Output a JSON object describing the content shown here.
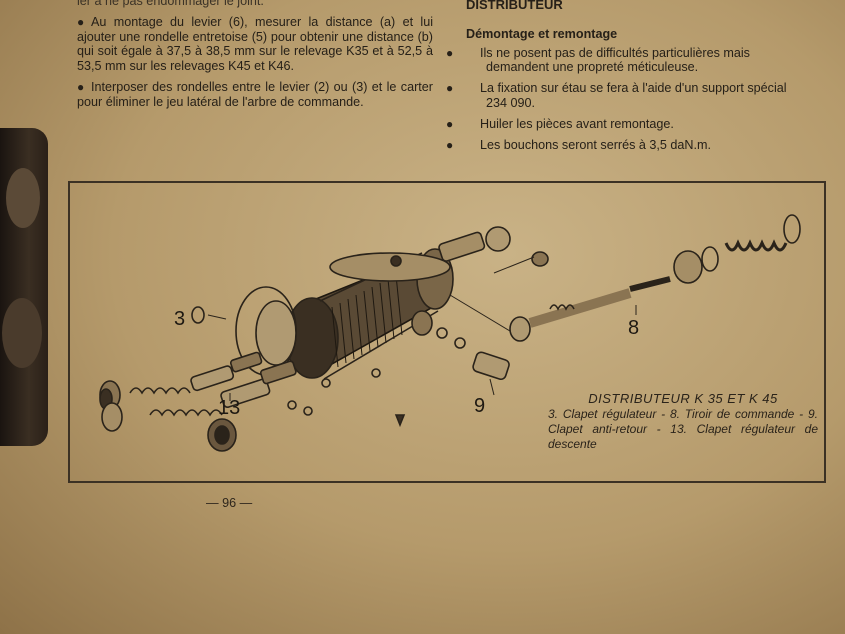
{
  "left_column": {
    "first_line": "ler à ne pas endommager le joint.",
    "paragraphs": [
      {
        "bullet": "●",
        "text": "Au montage du levier (6), mesurer la distance (a) et lui ajouter une rondelle entretoise (5) pour obtenir une distance (b) qui soit égale à 37,5 à 38,5 mm sur le relevage K35 et à 52,5 à 53,5 mm sur les relevages K45 et K46."
      },
      {
        "bullet": "●",
        "text": "Interposer des rondelles entre le levier (2) ou (3) et le carter pour éliminer le jeu latéral de l'arbre de commande."
      }
    ]
  },
  "right_column": {
    "section_title": "DISTRIBUTEUR",
    "subsection_title": "Démontage et remontage",
    "bullets": [
      {
        "bullet": "●",
        "text": "Ils ne posent pas de difficultés particulières mais demandent une propreté méticuleuse."
      },
      {
        "bullet": "●",
        "text": "La fixation sur étau se fera à l'aide d'un support spécial 234 090."
      },
      {
        "bullet": "●",
        "text": "Huiler les pièces avant remontage."
      },
      {
        "bullet": "●",
        "text": "Les bouchons seront serrés à 3,5 daN.m."
      }
    ]
  },
  "figure": {
    "callouts": {
      "c3": "3",
      "c8": "8",
      "c9": "9",
      "c13": "13"
    },
    "caption_title": "DISTRIBUTEUR K 35 ET K 45",
    "caption_text": "3. Clapet régulateur - 8. Tiroir de commande - 9. Clapet anti-retour - 13. Clapet régulateur de descente"
  },
  "page_number": "— 96 —",
  "colors": {
    "paper": "#c9b286",
    "ink": "#262018",
    "frame": "#3b3124"
  }
}
